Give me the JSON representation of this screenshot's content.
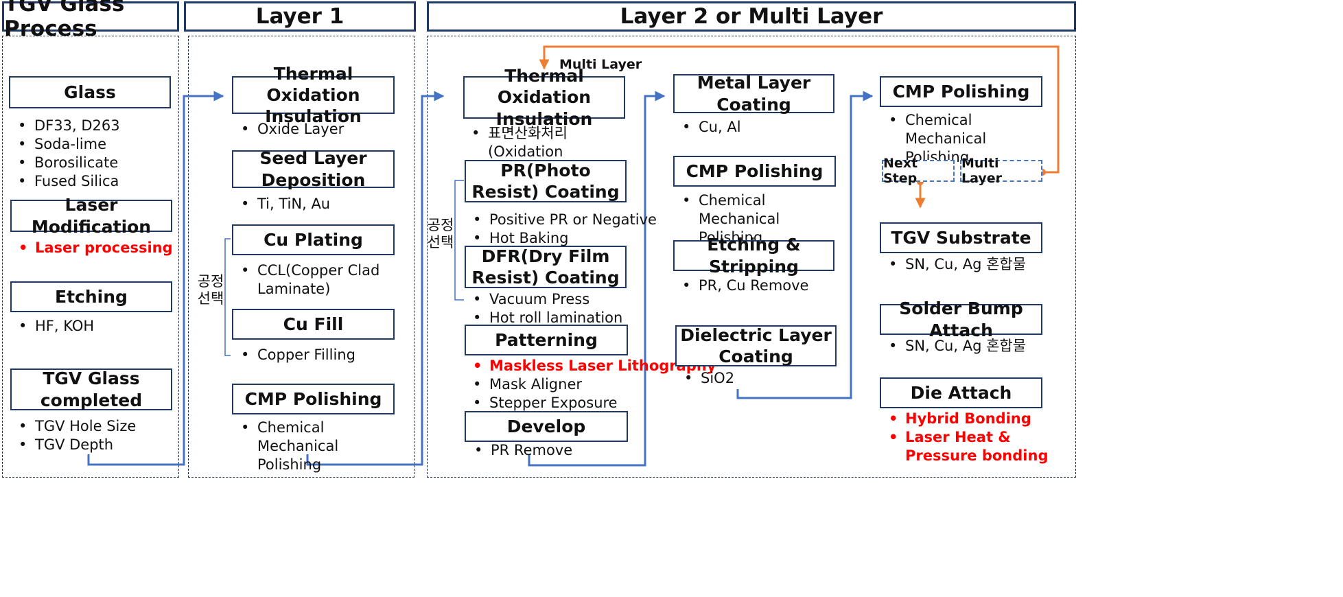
{
  "headers": {
    "col1": "TGV Glass Process",
    "col2": "Layer 1",
    "col3": "Layer 2 or Multi Layer"
  },
  "col1": {
    "glass": {
      "title": "Glass",
      "items": [
        "DF33, D263",
        "Soda-lime",
        "Borosilicate",
        "Fused Silica"
      ]
    },
    "laser": {
      "title": "Laser Modification",
      "items": [
        "Laser processing"
      ]
    },
    "etching": {
      "title": "Etching",
      "items": [
        "HF, KOH"
      ]
    },
    "completed": {
      "title": "TGV Glass completed",
      "items": [
        "TGV Hole Size",
        "TGV Depth"
      ]
    }
  },
  "col2": {
    "thermal": {
      "title": "Thermal Oxidation Insulation",
      "items": [
        "Oxide Layer"
      ]
    },
    "seed": {
      "title": "Seed Layer Deposition",
      "items": [
        "Ti, TiN, Au"
      ]
    },
    "cu_plating": {
      "title": "Cu Plating",
      "items": [
        "CCL(Copper Clad Laminate)"
      ]
    },
    "cu_fill": {
      "title": "Cu Fill",
      "items": [
        "Copper Filling"
      ]
    },
    "cmp": {
      "title": "CMP Polishing",
      "items": [
        "Chemical Mechanical Polishing"
      ]
    },
    "choice_label": "공정 선택"
  },
  "col3": {
    "multi_layer_note": "Multi Layer",
    "thermal": {
      "title": "Thermal Oxidation Insulation",
      "items": [
        "표면산화처리(Oxidation Treatment)"
      ]
    },
    "pr": {
      "title": "PR(Photo Resist) Coating",
      "items": [
        "Positive PR or Negative",
        "Hot Baking"
      ]
    },
    "dfr": {
      "title": "DFR(Dry Film Resist) Coating",
      "items": [
        "Vacuum Press",
        "Hot roll lamination"
      ]
    },
    "patterning": {
      "title": "Patterning",
      "items": [
        "Maskless Laser Lithography",
        "Mask Aligner",
        "Stepper Exposure"
      ]
    },
    "develop": {
      "title": "Develop",
      "items": [
        "PR Remove"
      ]
    },
    "choice_label": "공정 선택"
  },
  "col4": {
    "metal": {
      "title": "Metal Layer Coating",
      "items": [
        "Cu, Al"
      ]
    },
    "cmp": {
      "title": "CMP Polishing",
      "items": [
        "Chemical Mechanical Polishing"
      ]
    },
    "etching": {
      "title": "Etching & Stripping",
      "items": [
        "PR, Cu Remove"
      ]
    },
    "dielectric": {
      "title": "Dielectric Layer Coating",
      "items": [
        "SiO2"
      ]
    }
  },
  "col5": {
    "cmp": {
      "title": "CMP Polishing",
      "items": [
        "Chemical Mechanical Polishing"
      ]
    },
    "next_step": "Next Step",
    "multi_layer": "Multi Layer",
    "substrate": {
      "title": "TGV Substrate",
      "items": [
        "SN, Cu, Ag 혼합물"
      ]
    },
    "solder": {
      "title": "Solder Bump Attach",
      "items": [
        "SN, Cu, Ag 혼합물"
      ]
    },
    "die": {
      "title": "Die Attach",
      "items": [
        "Hybrid Bonding",
        "Laser Heat & Pressure bonding"
      ]
    }
  },
  "colors": {
    "flow_arrow": "#4472c4",
    "loop_arrow": "#ed7d31",
    "highlight_text": "#ff0000",
    "box_border": "#1f3864"
  }
}
